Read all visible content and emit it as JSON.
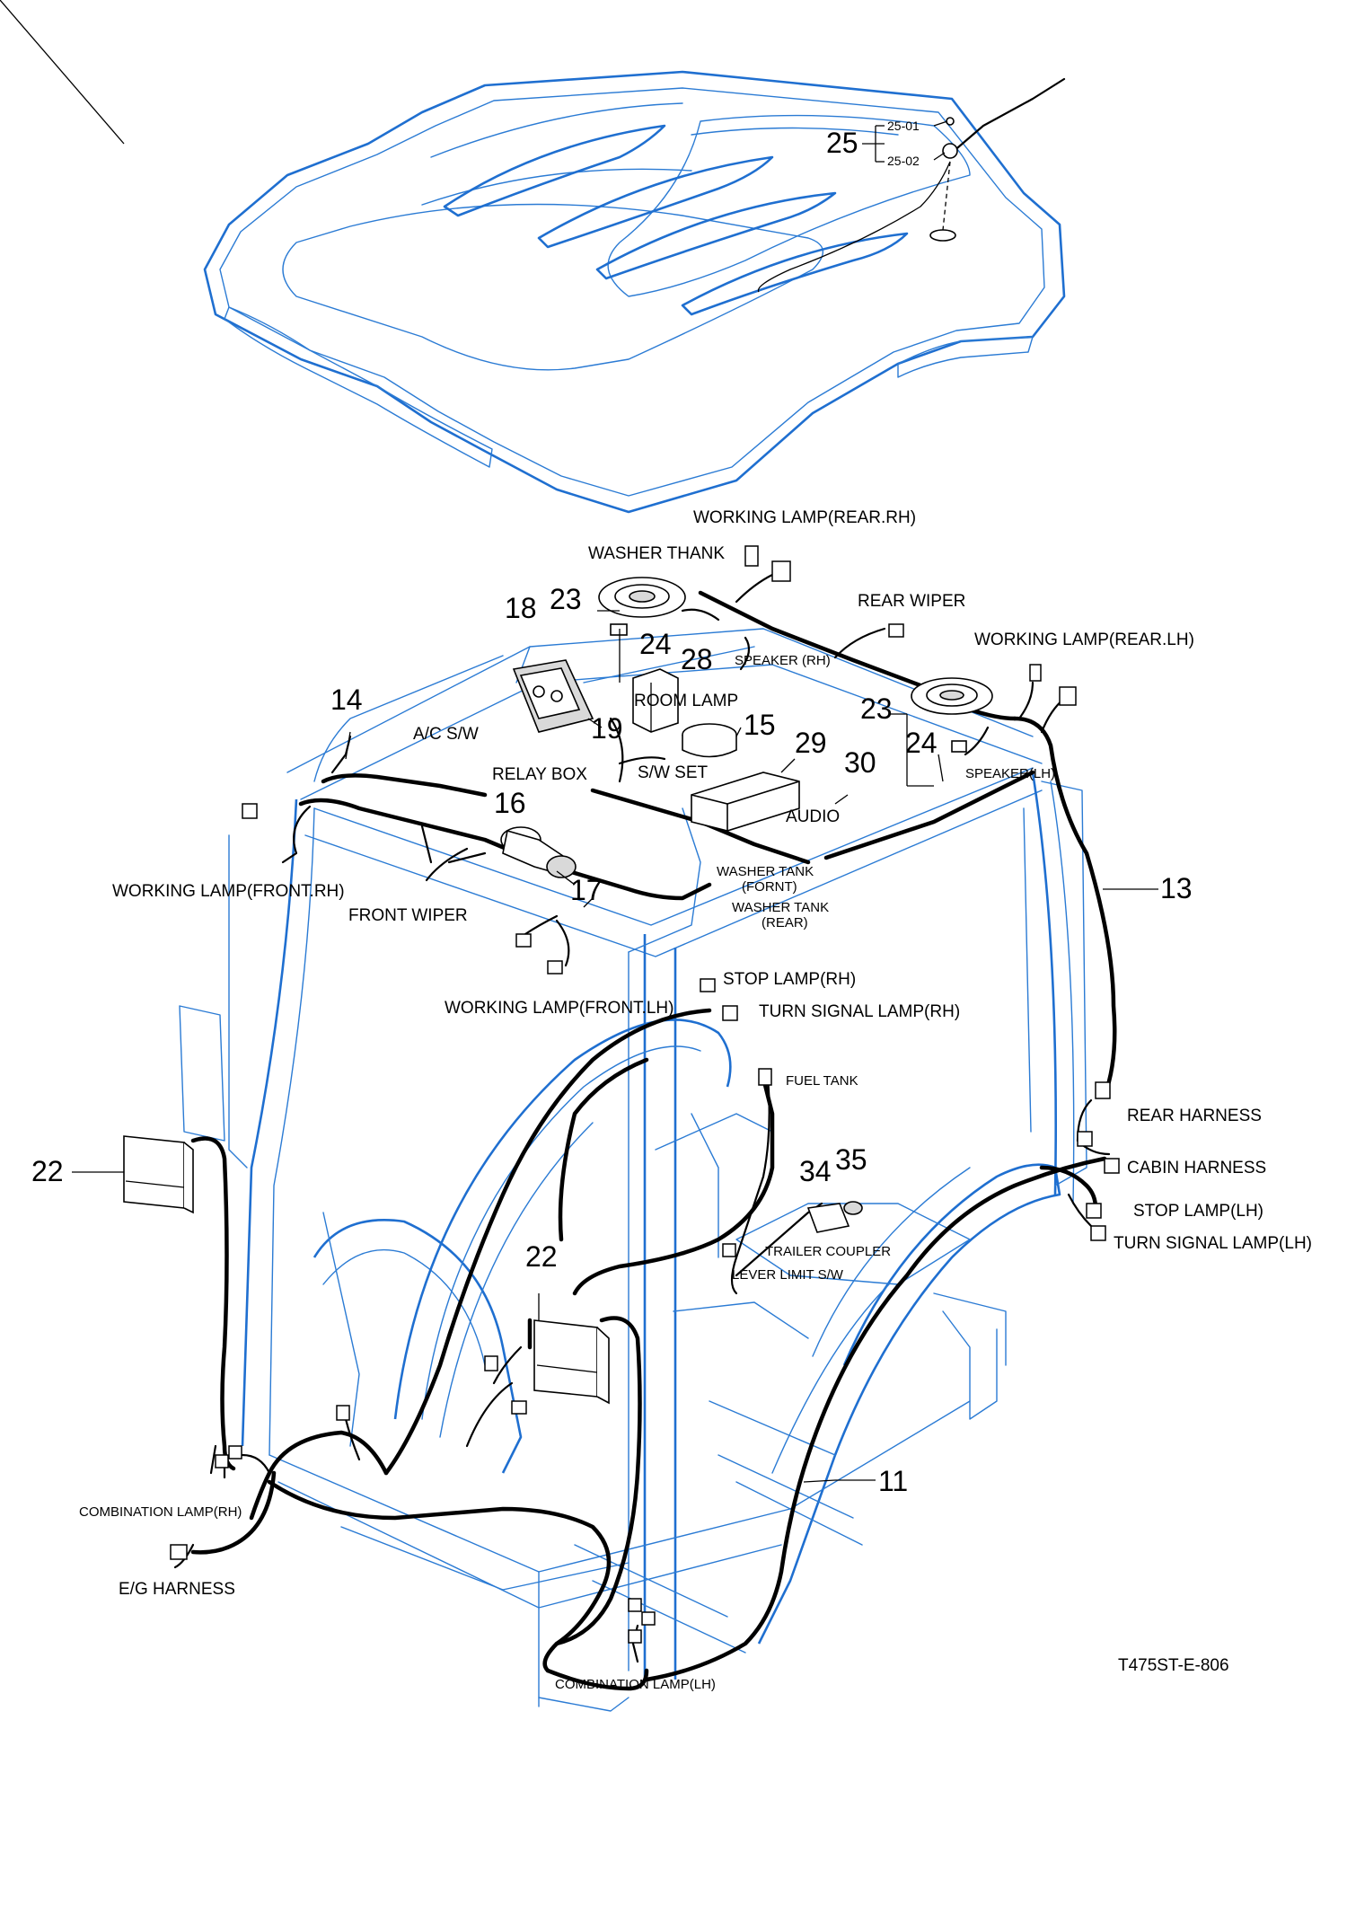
{
  "drawing_id": "T475ST-E-806",
  "callouts": {
    "c11": "11",
    "c13": "13",
    "c14": "14",
    "c15": "15",
    "c16": "16",
    "c17": "17",
    "c18": "18",
    "c19": "19",
    "c22a": "22",
    "c22b": "22",
    "c23a": "23",
    "c23b": "23",
    "c24a": "24",
    "c24b": "24",
    "c25": "25",
    "c25_01": "25-01",
    "c25_02": "25-02",
    "c28": "28",
    "c29": "29",
    "c30": "30",
    "c34": "34",
    "c35": "35"
  },
  "labels": {
    "working_lamp_rear_rh": "WORKING LAMP(REAR.RH)",
    "washer_thank": "WASHER THANK",
    "rear_wiper": "REAR WIPER",
    "working_lamp_rear_lh": "WORKING LAMP(REAR.LH)",
    "speaker_rh": "SPEAKER (RH)",
    "speaker_lh": "SPEAKER(LH)",
    "room_lamp": "ROOM LAMP",
    "ac_sw": "A/C S/W",
    "relay_box": "RELAY BOX",
    "sw_set": "S/W SET",
    "audio": "AUDIO",
    "working_lamp_front_rh": "WORKING LAMP(FRONT.RH)",
    "front_wiper": "FRONT WIPER",
    "washer_tank_front_1": "WASHER TANK",
    "washer_tank_front_2": "(FORNT)",
    "washer_tank_rear_1": "WASHER TANK",
    "washer_tank_rear_2": "(REAR)",
    "stop_lamp_rh": "STOP LAMP(RH)",
    "working_lamp_front_lh": "WORKING LAMP(FRONT.LH)",
    "turn_signal_lamp_rh": "TURN SIGNAL LAMP(RH)",
    "fuel_tank": "FUEL TANK",
    "rear_harness": "REAR HARNESS",
    "cabin_harness": "CABIN HARNESS",
    "stop_lamp_lh": "STOP LAMP(LH)",
    "turn_signal_lamp_lh": "TURN SIGNAL LAMP(LH)",
    "trailer_coupler": "TRAILER COUPLER",
    "lever_limit_sw": "LEVER LIMIT S/W",
    "combination_lamp_rh": "COMBINATION LAMP(RH)",
    "eg_harness": "E/G HARNESS",
    "combination_lamp_lh": "COMBINATION LAMP(LH)"
  }
}
